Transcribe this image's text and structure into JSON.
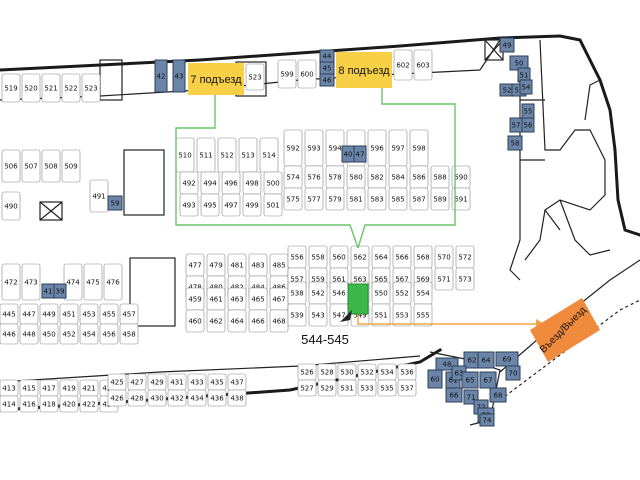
{
  "colors": {
    "wall": "#1a1a1a",
    "entrance_bg": "#f7d046",
    "storage_fill": "#6b85a8",
    "highlight": "#3cb84a",
    "route_green": "#6cc46c",
    "route_orange": "#f0a545",
    "exit_bg": "#f08a3c"
  },
  "entrances": [
    {
      "label": "7 подъезд"
    },
    {
      "label": "8 подъезд"
    }
  ],
  "exit": {
    "label": "Въезд/Выезд"
  },
  "annotation": {
    "label": "544-545"
  },
  "storage_units": [
    "42",
    "43",
    "44",
    "45",
    "46",
    "49",
    "50",
    "51",
    "52",
    "53",
    "54",
    "55",
    "56",
    "57",
    "58",
    "59",
    "41",
    "39",
    "40",
    "47",
    "48",
    "60",
    "61",
    "62",
    "63",
    "64",
    "65",
    "66",
    "67",
    "68",
    "69",
    "70",
    "71",
    "72",
    "73",
    "74"
  ],
  "spot_numbers": {
    "top_left": [
      "519",
      "520",
      "521",
      "522",
      "523"
    ],
    "top_mid": [
      "523",
      "599",
      "600",
      "602",
      "603"
    ],
    "row_506": [
      "506",
      "507",
      "508",
      "509"
    ],
    "row_490": [
      "490",
      "491"
    ],
    "block_510": [
      "510",
      "511",
      "512",
      "513",
      "514"
    ],
    "block_492": [
      "492",
      "493",
      "494",
      "495",
      "496",
      "497",
      "498",
      "499",
      "500",
      "501"
    ],
    "block_592": [
      "592",
      "593",
      "594",
      "595",
      "596",
      "597",
      "598"
    ],
    "block_574": [
      "574",
      "575",
      "576",
      "577",
      "578",
      "579",
      "580",
      "581",
      "582",
      "583",
      "584",
      "585",
      "586",
      "587",
      "588",
      "589",
      "590",
      "591"
    ],
    "block_477": [
      "477",
      "478",
      "479",
      "480",
      "481",
      "482",
      "483",
      "484",
      "485",
      "486"
    ],
    "block_459": [
      "459",
      "460",
      "461",
      "462",
      "463",
      "464",
      "465",
      "466",
      "467",
      "468"
    ],
    "block_556": [
      "556",
      "557",
      "558",
      "559",
      "560",
      "561",
      "562",
      "563",
      "564",
      "565",
      "566",
      "567",
      "568",
      "569",
      "570",
      "571",
      "572",
      "573"
    ],
    "block_538": [
      "538",
      "539",
      "542",
      "543",
      "546",
      "547",
      "548",
      "549",
      "550",
      "551",
      "552",
      "553",
      "554",
      "555"
    ],
    "left_mid": [
      "472",
      "473",
      "474",
      "475",
      "476"
    ],
    "left_low": [
      "445",
      "446",
      "447",
      "448",
      "449",
      "450",
      "451",
      "452",
      "453",
      "454",
      "455",
      "456",
      "457",
      "458"
    ],
    "bottom": [
      "413",
      "414",
      "415",
      "416",
      "417",
      "418",
      "419",
      "420",
      "421",
      "422",
      "423",
      "424",
      "425",
      "426",
      "427",
      "428",
      "429",
      "430",
      "431",
      "432",
      "433",
      "434",
      "435",
      "436",
      "437",
      "438",
      "526",
      "527",
      "528",
      "529",
      "530",
      "531",
      "532",
      "533",
      "534",
      "535",
      "536",
      "537"
    ]
  }
}
